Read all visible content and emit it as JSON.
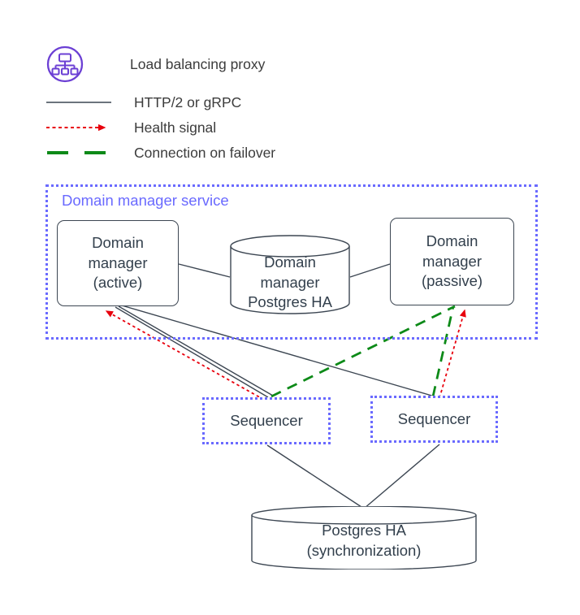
{
  "legend": {
    "items": [
      {
        "id": "load-balancing-proxy",
        "label": "Load balancing proxy",
        "marker": "proxy-icon",
        "color": "#6b3fd4"
      },
      {
        "id": "http2-or-grpc",
        "label": "HTTP/2 or gRPC",
        "marker": "solid-line",
        "color": "#3c4652"
      },
      {
        "id": "health-signal",
        "label": "Health signal",
        "marker": "dotted-arrow",
        "color": "#e8000d"
      },
      {
        "id": "connection-on-failover",
        "label": "Connection on failover",
        "marker": "dashed-line",
        "color": "#0d8a18"
      }
    ]
  },
  "groups": {
    "domain_manager_service": {
      "title": "Domain manager service",
      "border_color": "#6a6aff",
      "title_color": "#6a6aff"
    }
  },
  "nodes": {
    "dm_active": {
      "lines": [
        "Domain",
        "manager",
        "(active)"
      ],
      "shape": "rounded-box"
    },
    "dm_passive": {
      "lines": [
        "Domain",
        "manager",
        "(passive)"
      ],
      "shape": "rounded-box"
    },
    "dm_postgres": {
      "lines": [
        "Domain",
        "manager",
        "Postgres HA"
      ],
      "shape": "cylinder"
    },
    "seq_left": {
      "label": "Sequencer",
      "shape": "dotted-box"
    },
    "seq_right": {
      "label": "Sequencer",
      "shape": "dotted-box"
    },
    "postgres_ha": {
      "lines": [
        "Postgres HA",
        "(synchronization)"
      ],
      "shape": "cylinder"
    }
  },
  "edges": [
    {
      "id": "dm-active-to-postgres",
      "from": "dm_active",
      "to": "dm_postgres",
      "kind": "http2-or-grpc"
    },
    {
      "id": "postgres-to-dm-passive",
      "from": "dm_postgres",
      "to": "dm_passive",
      "kind": "http2-or-grpc"
    },
    {
      "id": "seq-left-to-dm-active-a",
      "from": "seq_left",
      "to": "dm_active",
      "kind": "http2-or-grpc"
    },
    {
      "id": "seq-left-to-dm-active-b",
      "from": "seq_left",
      "to": "dm_active",
      "kind": "http2-or-grpc"
    },
    {
      "id": "seq-right-to-dm-active",
      "from": "seq_right",
      "to": "dm_active",
      "kind": "http2-or-grpc"
    },
    {
      "id": "seq-left-health-to-active",
      "from": "seq_left",
      "to": "dm_active",
      "kind": "health-signal"
    },
    {
      "id": "seq-right-health-to-passive",
      "from": "seq_right",
      "to": "dm_passive",
      "kind": "health-signal"
    },
    {
      "id": "seq-left-failover-passive",
      "from": "seq_left",
      "to": "dm_passive",
      "kind": "connection-on-failover"
    },
    {
      "id": "seq-right-failover-passive",
      "from": "seq_right",
      "to": "dm_passive",
      "kind": "connection-on-failover"
    },
    {
      "id": "seq-left-to-postgres-ha",
      "from": "seq_left",
      "to": "postgres_ha",
      "kind": "http2-or-grpc"
    },
    {
      "id": "seq-right-to-postgres-ha",
      "from": "seq_right",
      "to": "postgres_ha",
      "kind": "http2-or-grpc"
    }
  ],
  "colors": {
    "line": "#3c4652",
    "health": "#e8000d",
    "failover": "#0d8a18",
    "group": "#6a6aff",
    "proxy": "#6b3fd4",
    "text": "#33404d"
  }
}
